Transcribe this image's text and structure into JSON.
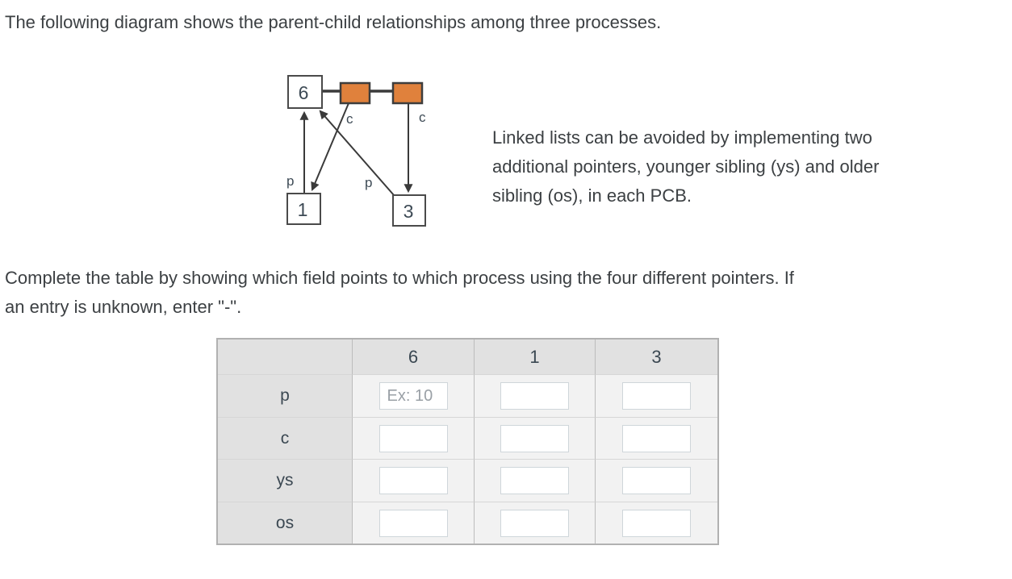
{
  "intro": {
    "text": "The following diagram shows the parent-child relationships among three processes."
  },
  "side_note": {
    "lines": [
      "Linked lists can be avoided by implementing two",
      "additional pointers, younger sibling (ys) and older",
      "sibling (os), in each PCB."
    ]
  },
  "instruction": {
    "lines": [
      "Complete the table by showing which field points to which process using the four different pointers. If",
      "an entry is unknown, enter \"-\"."
    ]
  },
  "diagram": {
    "process_ids": {
      "root": "6",
      "left_child": "1",
      "right_child": "3"
    },
    "edge_labels": {
      "child_left": "c",
      "child_right": "c",
      "parent_left": "p",
      "parent_right": "p"
    },
    "colors": {
      "pcb_fill": "#e0813c",
      "line": "#3a3a3a"
    }
  },
  "table": {
    "column_headers": [
      "6",
      "1",
      "3"
    ],
    "row_labels": [
      "p",
      "c",
      "ys",
      "os"
    ],
    "example_placeholder": "Ex: 10"
  }
}
